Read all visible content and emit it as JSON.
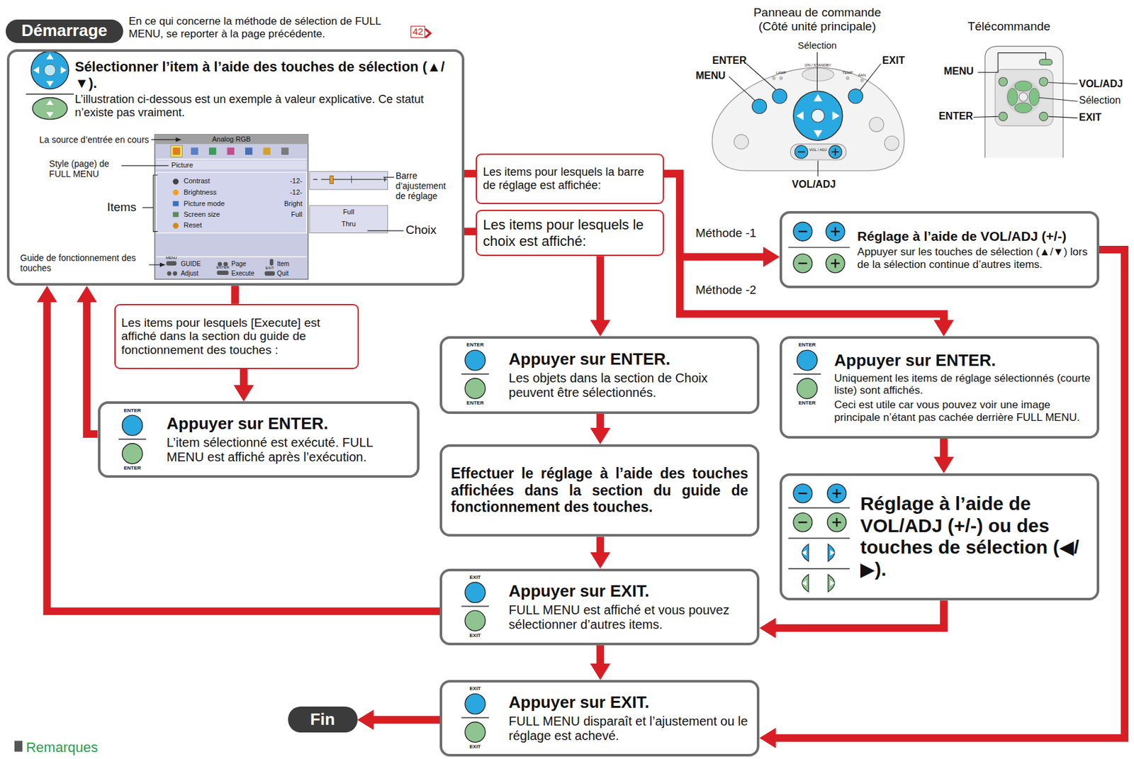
{
  "diagram": {
    "nodes": [
      {
        "text": [
          "Démarrage"
        ]
      },
      {
        "text": [
          "Sélectionner l’item à l’aide des touches de sélection (▲/▼).",
          "L’illustration ci-dessous est un exemple à valeur explicative. Ce statut n’existe pas vraiment."
        ]
      },
      {
        "text": [
          "Les items pour lesquels la barre de réglage est affichée:"
        ]
      },
      {
        "text": [
          "Les items pour lesquels le choix est affiché:"
        ]
      },
      {
        "text": [
          "Les items pour lesquels [Execute] est affiché dans la section du guide de fonctionnement des touches :"
        ]
      },
      {
        "text": [
          "Appuyer sur ENTER.",
          "L’item sélectionné est exécuté. FULL MENU est affiché après l’exécution."
        ]
      },
      {
        "text": [
          "Appuyer sur ENTER.",
          "Les objets dans la section de Choix peuvent être sélectionnés."
        ]
      },
      {
        "text": [
          "Effectuer le réglage à l’aide des touches affichées dans la section du guide de fonctionnement des touches."
        ]
      },
      {
        "text": [
          "Appuyer sur EXIT.",
          "FULL MENU est affiché et vous pouvez sélectionner d’autres items."
        ]
      },
      {
        "text": [
          "Appuyer sur EXIT.",
          "FULL MENU disparaît et l’ajustement ou le réglage est achevé."
        ]
      },
      {
        "text": [
          "Fin"
        ]
      },
      {
        "text": [
          "Réglage à l’aide de VOL/ADJ (+/-)",
          "Appuyer sur les touches de sélection (▲/▼) lors de la sélection continue d’autres items."
        ]
      },
      {
        "text": [
          "Appuyer sur ENTER.",
          "Uniquement les items de réglage sélectionnés (courte liste) sont affichés.",
          "Ceci est utile car vous pouvez voir une image principale n’étant pas cachée derrière FULL MENU."
        ]
      },
      {
        "text": [
          "Réglage à l’aide de VOL/ADJ (+/-) ou des touches de sélection (◀/▶)."
        ]
      }
    ],
    "edges": [
      {
        "from": 1,
        "to": 2,
        "arrow": "none"
      },
      {
        "from": 1,
        "to": 3,
        "arrow": "none"
      },
      {
        "from": 1,
        "to": 4,
        "arrow": "none"
      },
      {
        "from": 4,
        "to": 5,
        "arrow": "to"
      },
      {
        "from": 5,
        "to": 1,
        "arrow": "to"
      },
      {
        "from": 8,
        "to": 1,
        "arrow": "to"
      },
      {
        "from": 2,
        "to": 11,
        "label": "Méthode -1",
        "arrow": "to"
      },
      {
        "from": 2,
        "to": 12,
        "label": "Méthode -2",
        "arrow": "to"
      },
      {
        "from": 3,
        "to": 6,
        "arrow": "to"
      },
      {
        "from": 6,
        "to": 7,
        "arrow": "to"
      },
      {
        "from": 7,
        "to": 8,
        "arrow": "to"
      },
      {
        "from": 8,
        "to": 9,
        "arrow": "to"
      },
      {
        "from": 9,
        "to": 10,
        "arrow": "to"
      },
      {
        "from": 11,
        "to": 9,
        "arrow": "to"
      },
      {
        "from": 12,
        "to": 13,
        "arrow": "to"
      },
      {
        "from": 13,
        "to": 8,
        "arrow": "to"
      }
    ],
    "labels": [
      "En ce qui concerne la méthode de sélection de FULL MENU, se reporter à la page précédente.",
      "42",
      "La source d’entrée en cours",
      "Style (page) de FULL MENU",
      "Items",
      "Guide de fonctionnement des touches",
      "Analog RGB",
      "Picture",
      "Contrast",
      "-12-",
      "Brightness",
      "-12-",
      "Picture mode",
      "Bright",
      "Screen size",
      "Full",
      "Reset",
      "Full",
      "Thru",
      "MENU",
      "GUIDE",
      "Page",
      "Item",
      "Adjust",
      "ENTER",
      "Execute",
      "EXIT",
      "Quit",
      "Barre d’ajustement de réglage",
      "Choix",
      "Panneau de commande (Côté unité principale)",
      "Sélection",
      "ENTER",
      "MENU",
      "EXIT",
      "VOL/ADJ",
      "ON / STANDBY",
      "LAMP",
      "TEMP",
      "FAN",
      "VOL / ADJ",
      "Télécommande",
      "MENU",
      "VOL/ADJ",
      "Sélection",
      "ENTER",
      "EXIT",
      "ENTER",
      "ENTER",
      "ENTER",
      "ENTER",
      "EXIT",
      "EXIT",
      "EXIT",
      "EXIT",
      "ENTER",
      "ENTER",
      "Remarques"
    ]
  }
}
